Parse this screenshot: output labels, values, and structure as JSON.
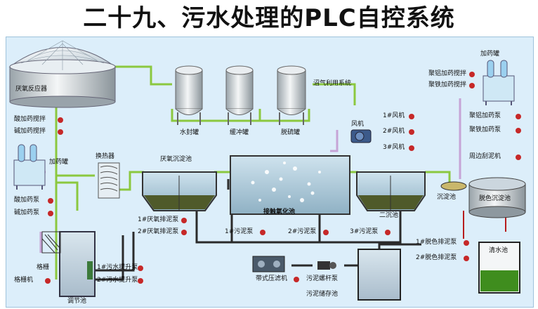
{
  "title": "二十九、污水处理的PLC自控系统",
  "labels": {
    "anaerobic_reactor": "厌氧反应器",
    "dosing_stir_1": "酸加药搅拌",
    "alkali_stir": "碱加药搅拌",
    "dosing_tank_left": "加药罐",
    "acid_pump": "酸加药泵",
    "alkali_pump": "碱加药泵",
    "heat_exchanger": "换热器",
    "grille": "格栅",
    "grille_machine": "格栅机",
    "lift_pump_1": "1#污水提升泵",
    "lift_pump_2": "2#污水提升泵",
    "regulating_pool": "调节池",
    "water_seal_tank": "水封罐",
    "buffer_tank": "缓冲罐",
    "desulfur_tank": "脱硫罐",
    "biogas_system": "沼气利用系统",
    "anaerobic_settling": "厌氧沉淀池",
    "sludge_pump_1": "1#厌氧排泥泵",
    "sludge_pump_2": "2#厌氧排泥泵",
    "aeration_pool": "接触氧化池",
    "fan": "风机",
    "fan_1": "1#风机",
    "fan_2": "2#风机",
    "fan_3": "3#风机",
    "secondary_pool": "二沉池",
    "sludge_return_1": "1#污泥泵",
    "sludge_return_2": "2#污泥泵",
    "sludge_return_3": "3#污泥泵",
    "belt_press": "带式压滤机",
    "screw_pump": "污泥螺杆泵",
    "sludge_storage": "污泥储存池",
    "dosing_tank_right": "加药罐",
    "pac_stir": "聚铝加药搅拌",
    "pam_stir": "聚铁加药搅拌",
    "pac_pump": "聚铝加药泵",
    "pam_pump": "聚铁加药泵",
    "scraper": "周边刮泥机",
    "settling_tank": "沉淀池",
    "decolor_pool": "脱色沉淀池",
    "discharge_pump_1": "1#脱色排泥泵",
    "discharge_pump_2": "2#脱色排泥泵",
    "clear_pool": "清水池"
  },
  "colors": {
    "panel": "#dceefa",
    "green_pipe": "#8bc83f",
    "dark_pipe": "#2a2a2a",
    "purple_pipe": "#c6a4d6",
    "red_pipe": "#b71c1c",
    "sludge": "#4f5a2a",
    "indicator": "#c62828"
  }
}
